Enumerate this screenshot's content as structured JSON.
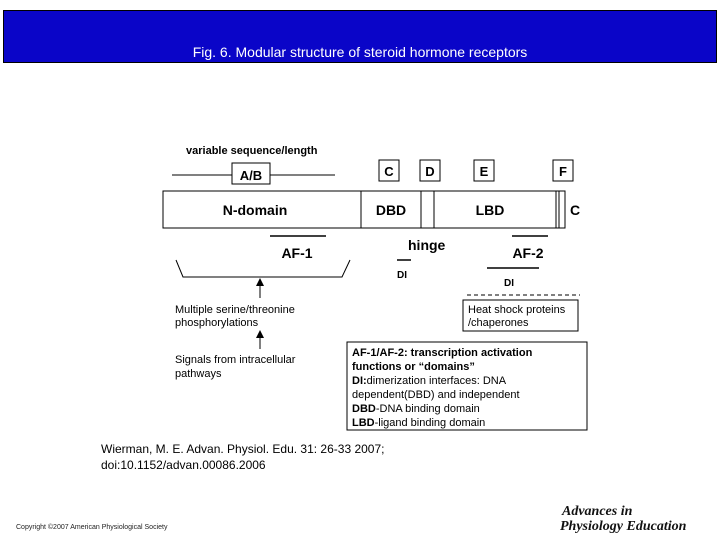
{
  "title": "Fig. 6. Modular structure of steroid hormone receptors",
  "diagram": {
    "variable_label": "variable sequence/length",
    "ab": "A/B",
    "c_top": "C",
    "d_top": "D",
    "e_top": "E",
    "f_top": "F",
    "n_domain": "N-domain",
    "dbd": "DBD",
    "lbd": "LBD",
    "c_end": "C",
    "af1": "AF-1",
    "hinge": "hinge",
    "af2": "AF-2",
    "di_left": "DI",
    "di_right": "DI",
    "phospho_line1": "Multiple serine/threonine",
    "phospho_line2": "phosphorylations",
    "signals_line1": "Signals from intracellular",
    "signals_line2": "pathways",
    "heat_line1": "Heat shock proteins",
    "heat_line2": "/chaperones",
    "legend": {
      "l1_bold": "AF-1/AF-2:",
      "l1_rest": " transcription activation",
      "l2": "functions or “domains”",
      "l3_bold": "DI:",
      "l3_rest": "dimerization interfaces: DNA",
      "l4": "dependent(DBD) and independent",
      "l5_bold": "DBD",
      "l5_rest": "-DNA binding domain",
      "l6_bold": "LBD",
      "l6_rest": "-ligand binding domain"
    }
  },
  "citation_line1": "Wierman, M. E. Advan. Physiol. Edu. 31: 26-33 2007;",
  "citation_line2": "doi:10.1152/advan.00086.2006",
  "copyright": "Copyright ©2007 American Physiological Society",
  "journal_line1": "Advances in",
  "journal_line2": "Physiology Education",
  "colors": {
    "header": "#0a05c8",
    "header_text": "#ffffff"
  }
}
